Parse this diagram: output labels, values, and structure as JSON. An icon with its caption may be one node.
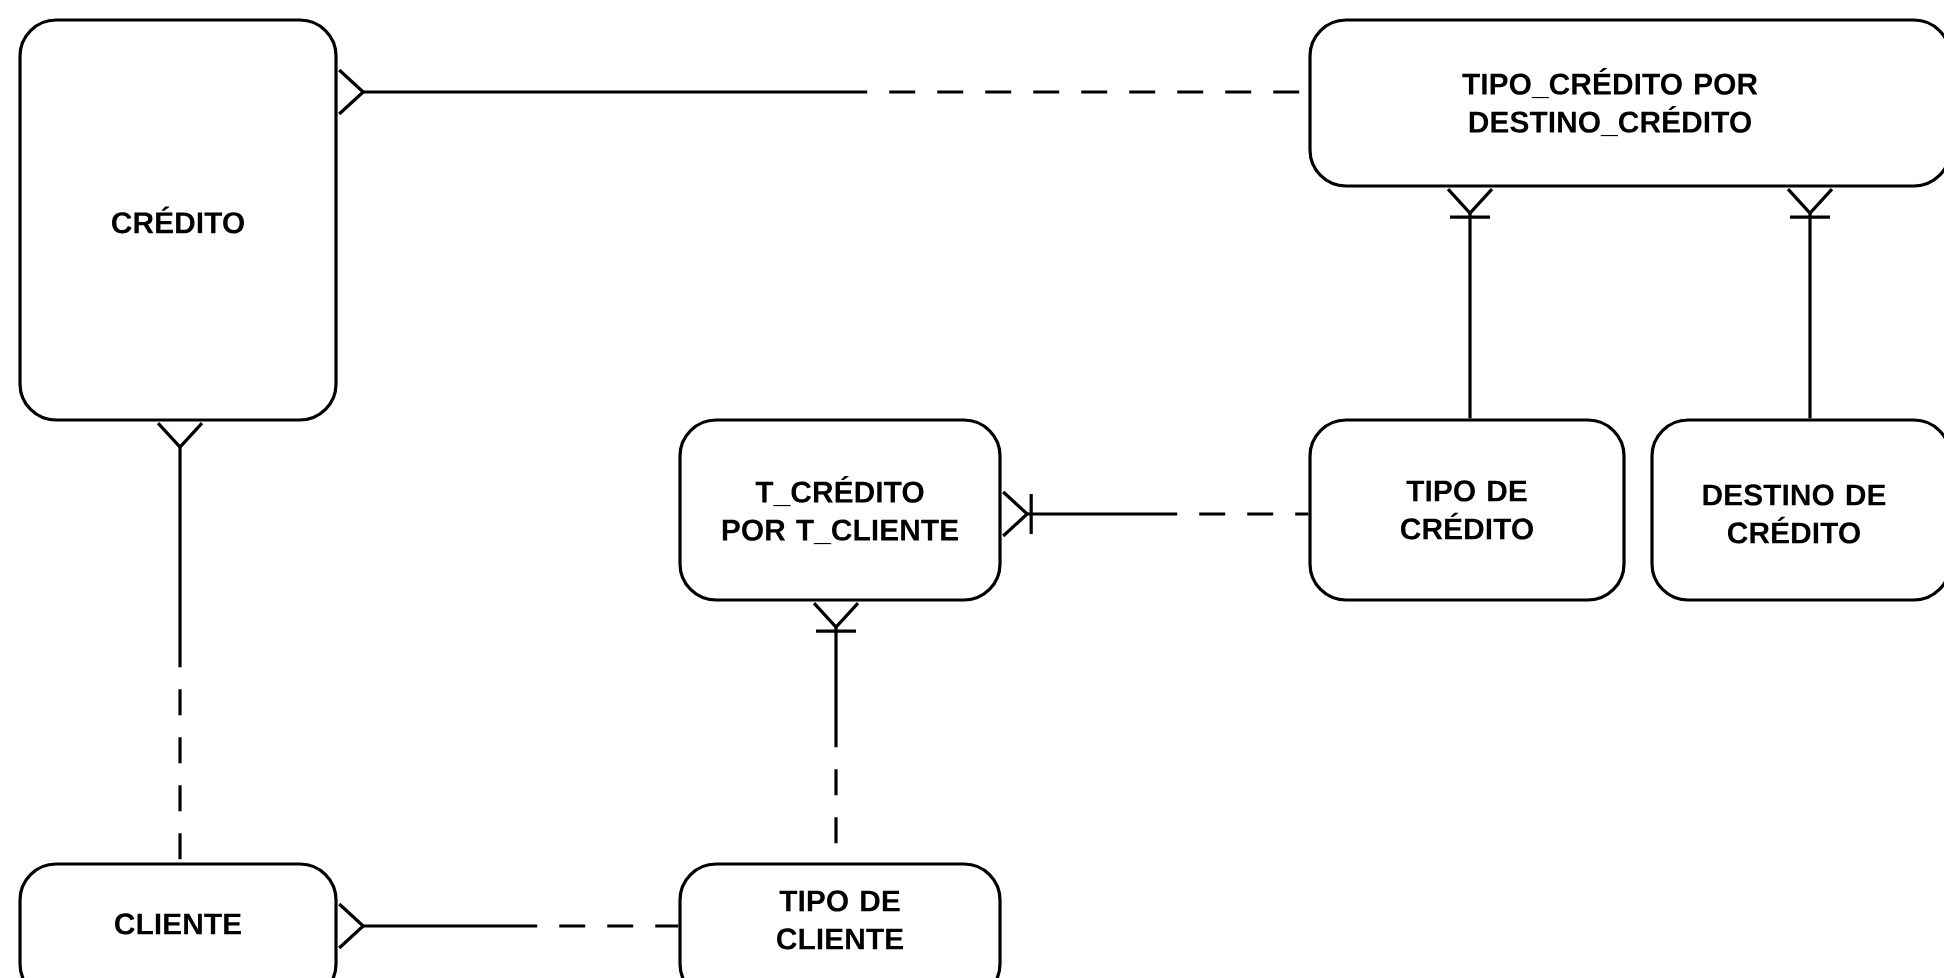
{
  "diagram": {
    "nodes": [
      {
        "text": [
          "CRÉDITO"
        ]
      },
      {
        "text": [
          "TIPO_CRÉDITO POR DESTINO_CRÉDITO"
        ]
      },
      {
        "text": [
          "T_CRÉDITO POR T_CLIENTE"
        ]
      },
      {
        "text": [
          "TIPO DE CRÉDITO"
        ]
      },
      {
        "text": [
          "DESTINO DE CRÉDITO"
        ]
      },
      {
        "text": [
          "CLIENTE"
        ]
      },
      {
        "text": [
          "TIPO DE CLIENTE"
        ]
      }
    ],
    "edges": [
      {
        "from": 0,
        "to": 1,
        "arrow": "other",
        "style": "dashed"
      },
      {
        "from": 1,
        "to": 3,
        "arrow": "other"
      },
      {
        "from": 1,
        "to": 4,
        "arrow": "other"
      },
      {
        "from": 2,
        "to": 3,
        "arrow": "other",
        "style": "dashed"
      },
      {
        "from": 0,
        "to": 5,
        "arrow": "other",
        "style": "dashed"
      },
      {
        "from": 2,
        "to": 6,
        "arrow": "other",
        "style": "dashed"
      },
      {
        "from": 5,
        "to": 6,
        "arrow": "other",
        "style": "dashed"
      }
    ]
  }
}
